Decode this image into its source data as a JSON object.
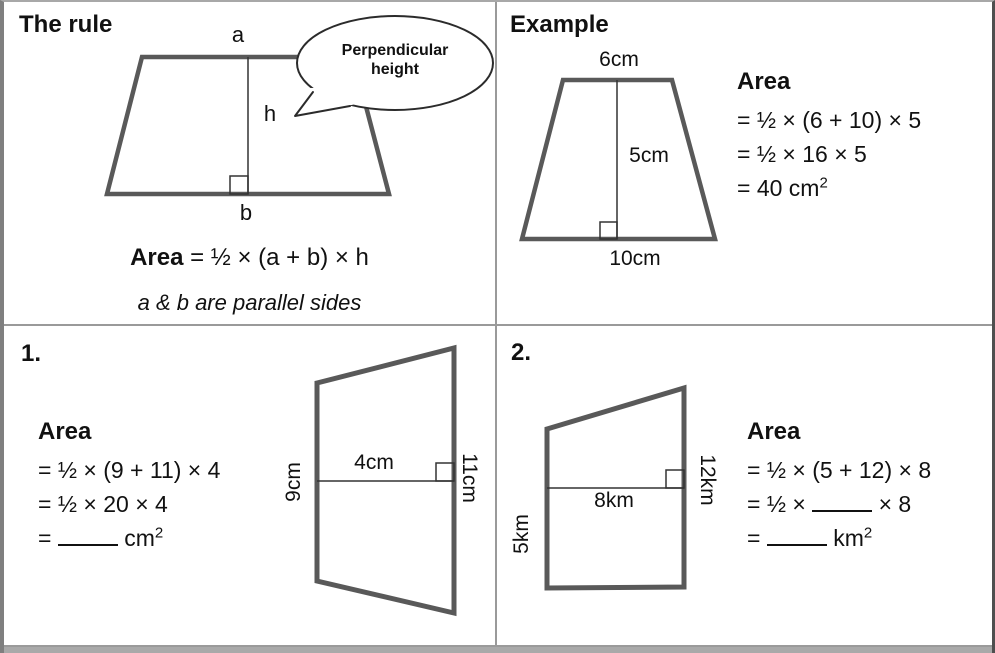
{
  "colors": {
    "shape_stroke": "#595959",
    "thin_line": "#333333",
    "divider": "#9a9a9a",
    "frame_top": "#a8a8a8",
    "frame_left": "#7f7f7f",
    "frame_right": "#4f4f4f",
    "bottom_strip": "#a9a9a9",
    "text": "#111111"
  },
  "rule": {
    "title": "The rule",
    "labels": {
      "a": "a",
      "h": "h",
      "b": "b"
    },
    "bubble": "Perpendicular height",
    "formula_bold": "Area",
    "formula_rest": " = ½ × (a + b) × h",
    "note": "a & b are parallel sides"
  },
  "example": {
    "title": "Example",
    "labels": {
      "top": "6cm",
      "height": "5cm",
      "bottom": "10cm"
    },
    "area": {
      "title": "Area",
      "line1": "= ½ × (6 + 10) × 5",
      "line2": "= ½ × 16 × 5",
      "line3_pre": "= 40 cm",
      "line3_sup": "2"
    }
  },
  "q1": {
    "number": "1.",
    "labels": {
      "left": "9cm",
      "height": "4cm",
      "right": "11cm"
    },
    "area": {
      "title": "Area",
      "line1": "= ½ × (9 + 11) × 4",
      "line2": "= ½ × 20 × 4",
      "line3_pre": "= ",
      "line3_unit": " cm",
      "line3_sup": "2"
    }
  },
  "q2": {
    "number": "2.",
    "labels": {
      "left": "5km",
      "height": "8km",
      "right": "12km"
    },
    "area": {
      "title": "Area",
      "line1": "= ½ × (5 + 12) × 8",
      "line2_pre": "= ½ × ",
      "line2_post": " × 8",
      "line3_pre": "= ",
      "line3_unit": " km",
      "line3_sup": "2"
    }
  }
}
